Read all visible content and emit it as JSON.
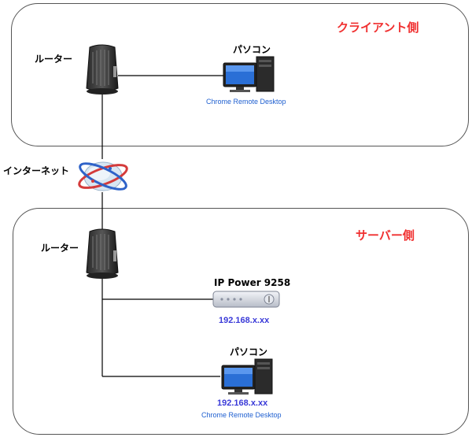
{
  "client_zone": {
    "title": "クライアント側",
    "router_label": "ルーター",
    "pc_label": "パソコン",
    "pc_software": "Chrome Remote Desktop"
  },
  "internet": {
    "label": "インターネット"
  },
  "server_zone": {
    "title": "サーバー側",
    "router_label": "ルーター",
    "ippower_label": "IP Power 9258",
    "ippower_ip": "192.168.x.xx",
    "pc_label": "パソコン",
    "pc_ip": "192.168.x.xx",
    "pc_software": "Chrome Remote Desktop"
  },
  "colors": {
    "zone_title": "#f03030",
    "ip_text": "#3a3ad8",
    "software_text": "#1e5fd0"
  }
}
